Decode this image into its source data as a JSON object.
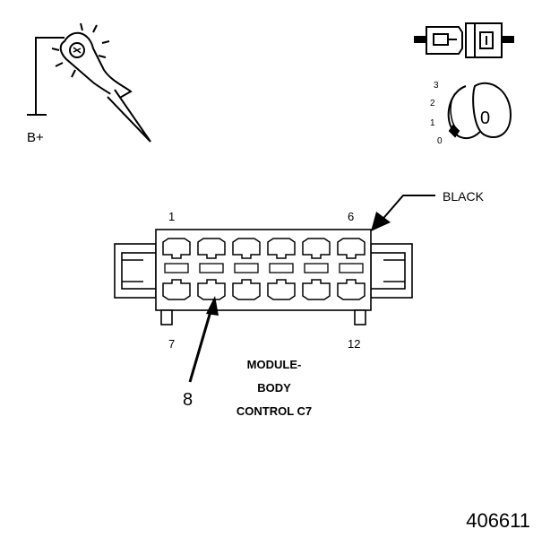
{
  "test_light": {
    "label": "B+"
  },
  "ignition": {
    "positions": [
      "3",
      "2",
      "1",
      "0"
    ],
    "key_label": "0"
  },
  "connector": {
    "color_label": "BLACK",
    "pin_labels": {
      "top_left": "1",
      "top_right": "6",
      "bottom_left": "7",
      "bottom_right": "12"
    },
    "probed_pin": "8",
    "title_lines": [
      "MODULE-",
      "BODY",
      "CONTROL C7"
    ]
  },
  "figure_number": "406611"
}
